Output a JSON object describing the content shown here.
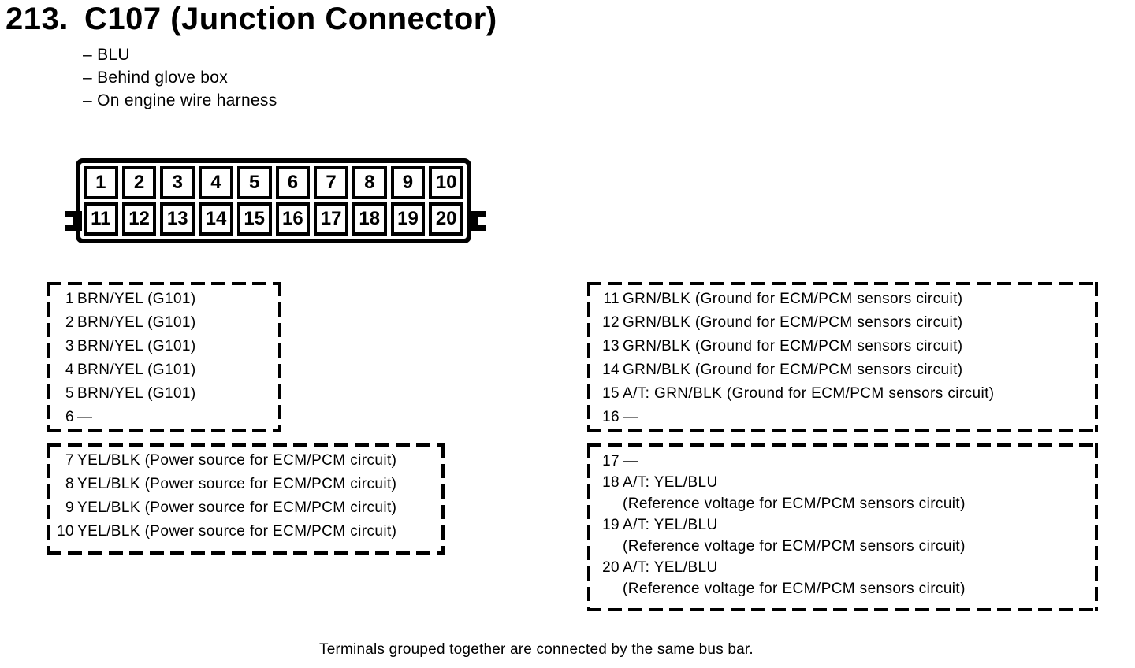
{
  "page": {
    "section_number": "213.",
    "title": "C107 (Junction Connector)",
    "notes": [
      "– BLU",
      "– Behind glove box",
      "– On engine wire harness"
    ],
    "caption": "Terminals grouped together are connected by the same bus bar."
  },
  "connector": {
    "top_pins": [
      "1",
      "2",
      "3",
      "4",
      "5",
      "6",
      "7",
      "8",
      "9",
      "10"
    ],
    "bottom_pins": [
      "11",
      "12",
      "13",
      "14",
      "15",
      "16",
      "17",
      "18",
      "19",
      "20"
    ]
  },
  "groups": [
    {
      "name": "pins-1-6",
      "items": [
        {
          "num": "1",
          "text": "BRN/YEL (G101)"
        },
        {
          "num": "2",
          "text": "BRN/YEL (G101)"
        },
        {
          "num": "3",
          "text": "BRN/YEL (G101)"
        },
        {
          "num": "4",
          "text": "BRN/YEL (G101)"
        },
        {
          "num": "5",
          "text": "BRN/YEL (G101)"
        },
        {
          "num": "6",
          "text": "—"
        }
      ]
    },
    {
      "name": "pins-7-10",
      "items": [
        {
          "num": "7",
          "text": "YEL/BLK (Power source for ECM/PCM circuit)"
        },
        {
          "num": "8",
          "text": "YEL/BLK (Power source for ECM/PCM circuit)"
        },
        {
          "num": "9",
          "text": "YEL/BLK (Power source for ECM/PCM circuit)"
        },
        {
          "num": "10",
          "text": "YEL/BLK (Power source for ECM/PCM circuit)"
        }
      ]
    },
    {
      "name": "pins-11-16",
      "items": [
        {
          "num": "11",
          "text": "GRN/BLK (Ground for ECM/PCM sensors circuit)"
        },
        {
          "num": "12",
          "text": "GRN/BLK (Ground for ECM/PCM sensors circuit)"
        },
        {
          "num": "13",
          "text": "GRN/BLK (Ground for ECM/PCM sensors circuit)"
        },
        {
          "num": "14",
          "text": "GRN/BLK (Ground for ECM/PCM sensors circuit)"
        },
        {
          "num": "15",
          "text": "A/T: GRN/BLK (Ground for ECM/PCM sensors circuit)"
        },
        {
          "num": "16",
          "text": "—"
        }
      ]
    },
    {
      "name": "pins-17-20",
      "items": [
        {
          "num": "17",
          "text": "—"
        },
        {
          "num": "18",
          "text": "A/T: YEL/BLU",
          "line2": "(Reference voltage for ECM/PCM sensors circuit)"
        },
        {
          "num": "19",
          "text": "A/T: YEL/BLU",
          "line2": "(Reference voltage for ECM/PCM sensors circuit)"
        },
        {
          "num": "20",
          "text": "A/T: YEL/BLU",
          "line2": "(Reference voltage for ECM/PCM sensors circuit)"
        }
      ]
    }
  ]
}
